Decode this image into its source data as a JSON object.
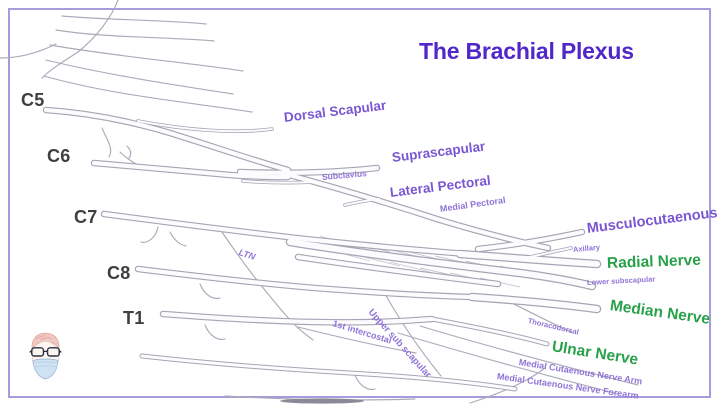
{
  "title": "The Brachial Plexus",
  "roots": {
    "c5": "C5",
    "c6": "C6",
    "c7": "C7",
    "c8": "C8",
    "t1": "T1"
  },
  "nerve_labels": {
    "dorsal_scapular": "Dorsal Scapular",
    "suprascapular": "Suprascapular",
    "subclavius": "Subclavius",
    "lateral_pectoral": "Lateral Pectoral",
    "medial_pectoral": "Medial Pectoral",
    "musculocutaneous": "Musculocutaenous",
    "axillary": "Axillary",
    "ltn": "LTN",
    "lower_subscapular": "Lower subscapular",
    "thoracodorsal": "Thoracodorsal",
    "upper_subscapular": "Upper sub scapular",
    "first_intercostal": "1st intercostal",
    "medial_cutaneous_arm": "Medial Cutaenous Nerve Arm",
    "medial_cutaneous_forearm": "Medial Cutaenous Nerve Forearm"
  },
  "major_nerves": {
    "radial": "Radial Nerve",
    "median": "Median Nerve",
    "ulnar": "Ulnar Nerve"
  },
  "colors": {
    "title": "#5127c9",
    "nerve_label": "#7a56d1",
    "nerve_label_small": "#8f74d6",
    "major_nerve_green": "#28a14b",
    "root_label": "#3f3f3f",
    "frame_border": "#a89bdb",
    "sketch_line": "#a5a5b4"
  },
  "logo": {
    "name": "masked-doctor-avatar"
  }
}
